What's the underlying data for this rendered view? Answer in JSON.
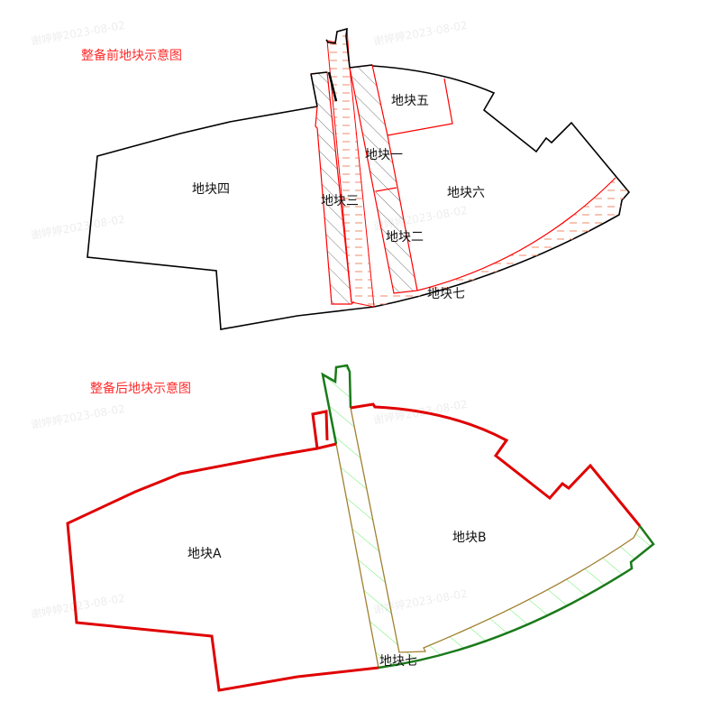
{
  "before": {
    "title": "整备前地块示意图",
    "labels": {
      "parcel4": "地块四",
      "parcel3": "地块三",
      "parcel1": "地块一",
      "parcel5": "地块五",
      "parcel6": "地块六",
      "parcel2": "地块二",
      "parcel7": "地块七"
    }
  },
  "after": {
    "title": "整备后地块示意图",
    "labels": {
      "parcelA": "地块A",
      "parcelB": "地块B",
      "parcel7": "地块七"
    }
  },
  "watermark": "谢婷婷2023-08-02",
  "colors": {
    "title": "#ff2a2a",
    "boundary": "#000000",
    "parcel_line": "#ff0000",
    "after_boundary": "#e00000",
    "green_boundary": "#1a7a1a",
    "hatch_green": "#66ee66",
    "inner_line": "#a08030"
  }
}
